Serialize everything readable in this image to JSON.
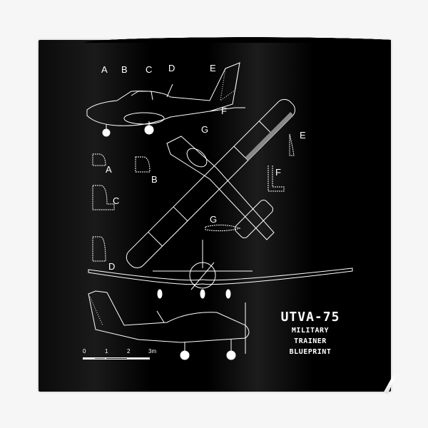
{
  "poster": {
    "title": "UTVA-75",
    "subtitle_line1": "MILITARY TRAINER",
    "subtitle_line2": "BLUEPRINT",
    "background_color": "#000000",
    "line_color": "#ffffff"
  },
  "side_view_labels": [
    "A",
    "B",
    "C",
    "D",
    "E",
    "F",
    "G"
  ],
  "section_labels": {
    "a": "A",
    "b": "B",
    "c": "C",
    "d": "D",
    "e": "E",
    "f": "F",
    "g": "G"
  },
  "scale_bar": {
    "ticks": [
      "0",
      "1",
      "2",
      "3m"
    ]
  }
}
